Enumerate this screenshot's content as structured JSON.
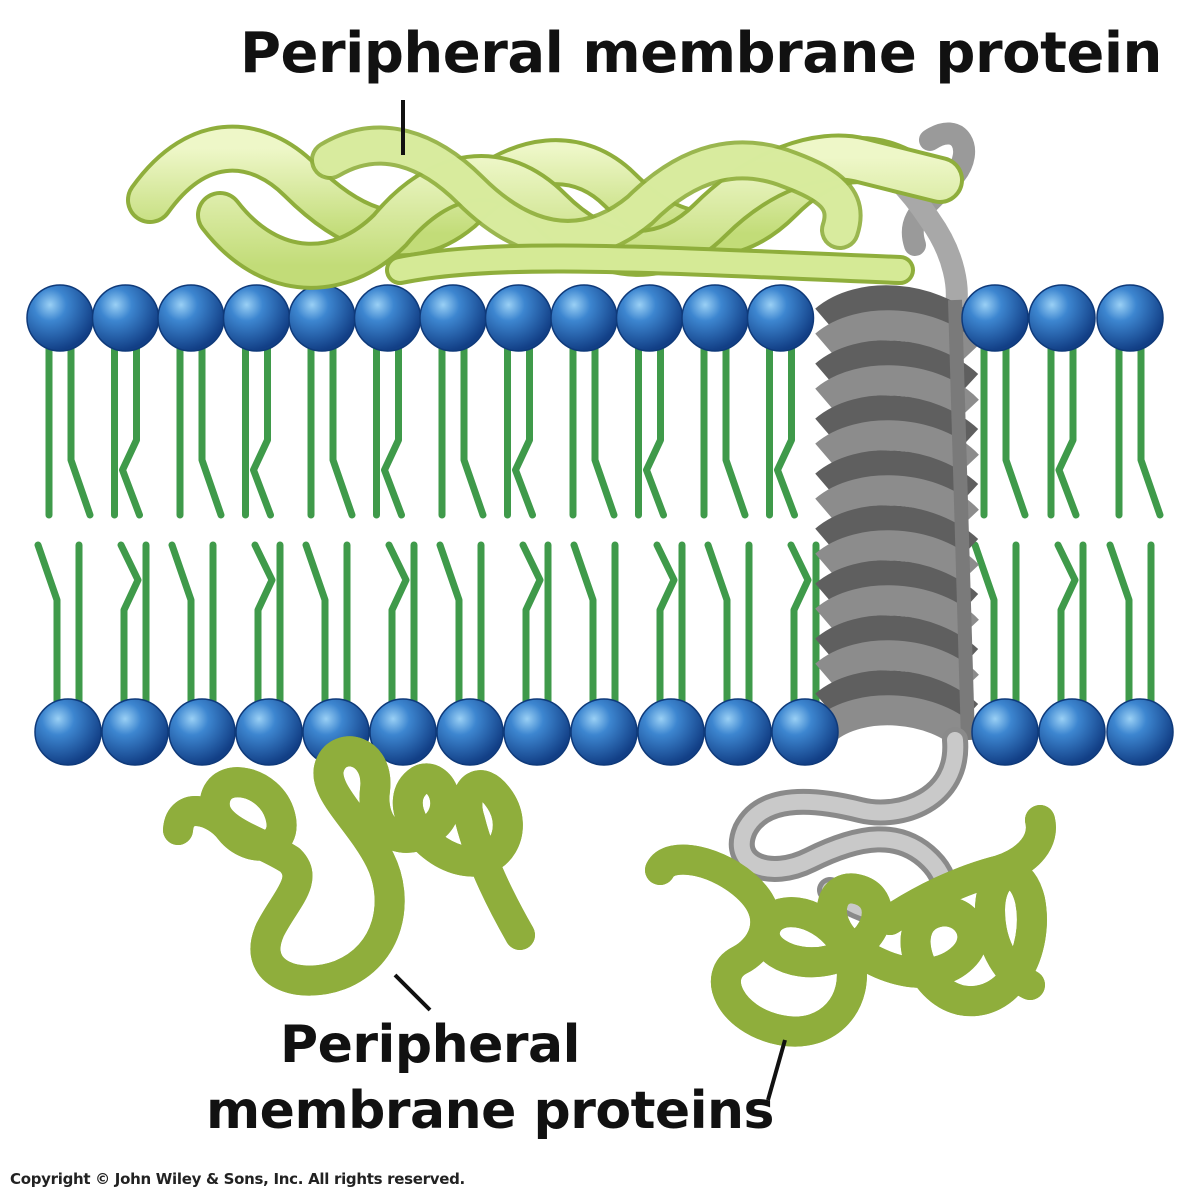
{
  "diagram": {
    "labels": {
      "top": "Peripheral membrane protein",
      "bottom_line1": "Peripheral",
      "bottom_line2": "membrane proteins"
    },
    "copyright": "Copyright © John Wiley & Sons, Inc. All rights reserved.",
    "colors": {
      "phospholipid_head": "#1f5fae",
      "phospholipid_head_highlight": "#6fb6ee",
      "fatty_acid_tail": "#3f9a4a",
      "peripheral_protein": "#cfe58d",
      "peripheral_protein_outline": "#8fae3c",
      "integral_protein": "#8c8c8c",
      "integral_protein_dark": "#5f5f5f"
    },
    "icons": [
      "phospholipid-bilayer",
      "alpha-helix-transmembrane-protein",
      "coiled-coil-protein",
      "globular-protein-coil"
    ]
  }
}
